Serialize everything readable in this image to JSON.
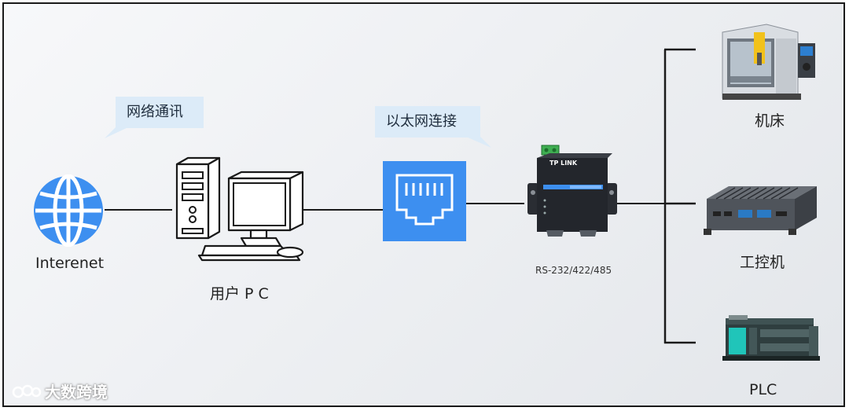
{
  "bubbles": {
    "network_comm": "网络通讯",
    "ethernet_link": "以太网连接"
  },
  "nodes": {
    "internet": "Interenet",
    "user_pc": "用户 P C",
    "converter": "RS-232/422/485",
    "machine_tool": "机床",
    "industrial_pc": "工控机",
    "plc": "PLC"
  },
  "device_brand": "TP LINK",
  "watermark": "大数跨境",
  "colors": {
    "accent_blue": "#3d8ff0",
    "bubble_bg": "#dcebf8",
    "line": "#1a1a1a"
  },
  "icons": [
    "globe-icon",
    "desktop-pc-icon",
    "ethernet-port-icon",
    "serial-server-icon",
    "cnc-machine-icon",
    "industrial-pc-icon",
    "plc-icon",
    "watermark-logo-icon"
  ]
}
